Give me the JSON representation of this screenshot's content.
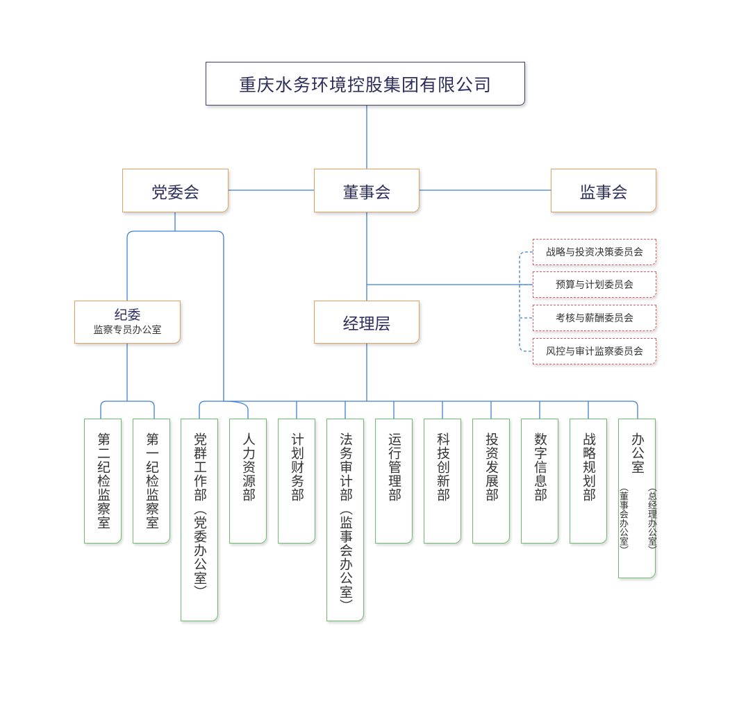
{
  "root": "重庆水务环境控股集团有限公司",
  "top_row": {
    "party_committee": "党委会",
    "board": "董事会",
    "supervisors": "监事会"
  },
  "discipline": {
    "title": "纪委",
    "subtitle": "监察专员办公室"
  },
  "management": "经理层",
  "committees": [
    "战略与投资决策委员会",
    "预算与计划委员会",
    "考核与薪酬委员会",
    "风控与审计监察委员会"
  ],
  "departments": [
    {
      "name": "第二纪检监察室"
    },
    {
      "name": "第一纪检监察室"
    },
    {
      "name": "党群工作部（党委办公室）"
    },
    {
      "name": "人力资源部"
    },
    {
      "name": "计划财务部"
    },
    {
      "name": "法务审计部（监事会办公室）"
    },
    {
      "name": "运行管理部"
    },
    {
      "name": "科技创新部"
    },
    {
      "name": "投资发展部"
    },
    {
      "name": "数字信息部"
    },
    {
      "name": "战略规划部"
    },
    {
      "name": "办公室",
      "note_1": "（总经理办公室）",
      "note_2": "（董事会办公室）"
    }
  ],
  "colors": {
    "line_blue": "#3b7fd9",
    "root_border": "#3b3f6e",
    "orange_border": "#e0a060",
    "committee_border": "#e05555",
    "dept_border": "#6bbf6b"
  }
}
